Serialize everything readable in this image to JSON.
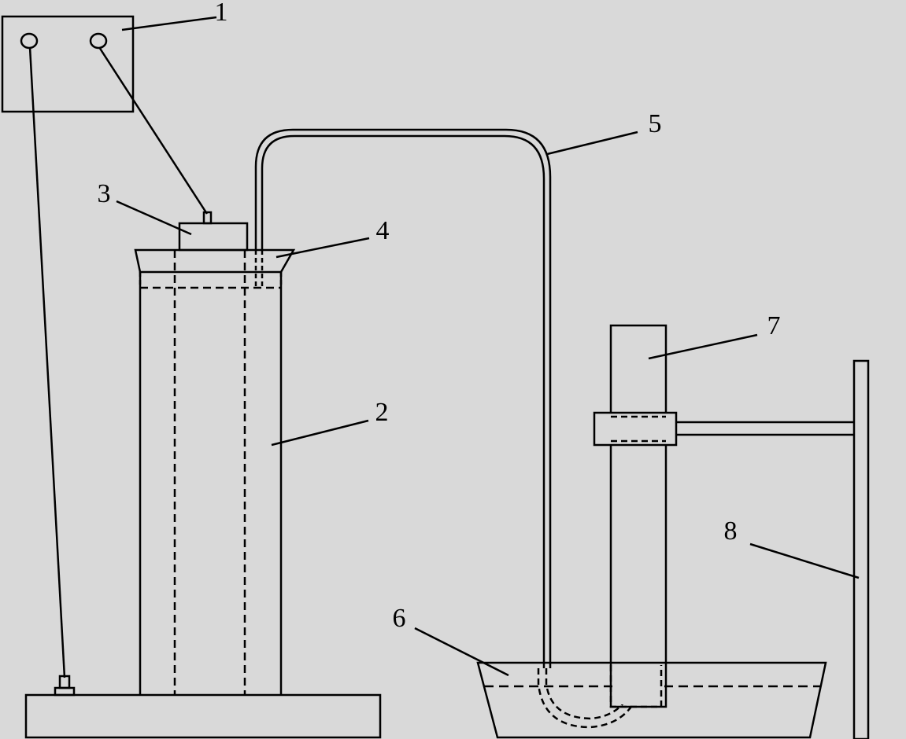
{
  "diagram": {
    "labels": {
      "power_supply": "1",
      "column": "2",
      "electrode_plug": "3",
      "stopper": "4",
      "siphon_tube": "5",
      "basin": "6",
      "collection_tube": "7",
      "support_stand": "8"
    },
    "colors": {
      "background": "#d9d9d9",
      "line": "#000000"
    }
  }
}
